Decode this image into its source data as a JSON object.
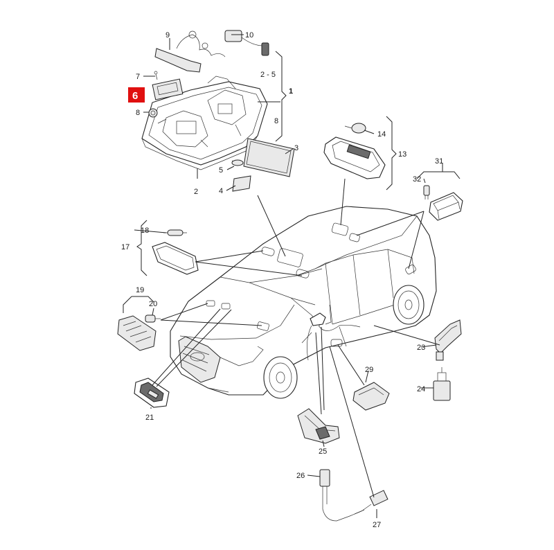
{
  "diagram": {
    "labels": {
      "l1": "1",
      "l2": "2",
      "l2_5": "2 - 5",
      "l3": "3",
      "l4": "4",
      "l5": "5",
      "l6": "6",
      "l7": "7",
      "l8a": "8",
      "l8b": "8",
      "l9": "9",
      "l10": "10",
      "l13": "13",
      "l14": "14",
      "l17": "17",
      "l18": "18",
      "l19": "19",
      "l20": "20",
      "l21": "21",
      "l23": "23",
      "l24": "24",
      "l25": "25",
      "l26": "26",
      "l27": "27",
      "l29": "29",
      "l31": "31",
      "l32": "32"
    },
    "highlight": {
      "part": "6",
      "color": "#e01010"
    }
  }
}
